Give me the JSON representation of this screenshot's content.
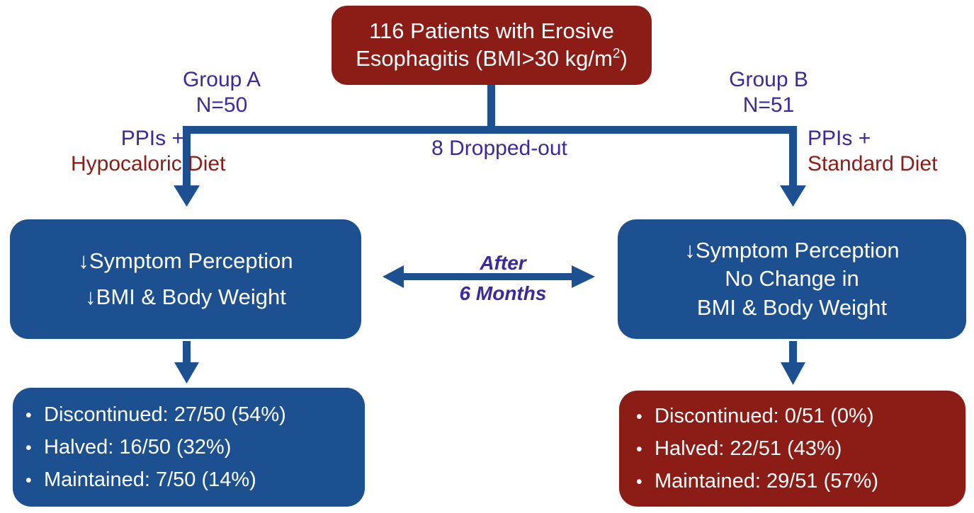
{
  "diagram": {
    "title_box": {
      "lines": [
        "116 Patients with Erosive",
        "Esophagitis (BMI>30 kg/m"
      ],
      "superscript": "2",
      "line2_suffix": ")",
      "color": "#8b1d16"
    },
    "arms": {
      "left": {
        "group_label": "Group A",
        "n_label": "N=50",
        "treatment_line1": "PPIs +",
        "treatment_line2": "Hypocaloric Diet"
      },
      "right": {
        "group_label": "Group B",
        "n_label": "N=51",
        "treatment_line1": "PPIs +",
        "treatment_line2": "Standard Diet"
      }
    },
    "dropout_label": "8 Dropped-out",
    "timepoint": {
      "line1": "After",
      "line2": "6 Months"
    },
    "outcome_boxes": {
      "left": {
        "lines": [
          "↓Symptom Perception",
          "↓BMI & Body Weight"
        ],
        "color": "#1c5091"
      },
      "right": {
        "lines": [
          "↓Symptom Perception",
          "No Change in",
          "BMI & Body Weight"
        ],
        "color": "#1c5091"
      }
    },
    "result_boxes": {
      "left": {
        "color": "#1c5091",
        "bullet": "•",
        "items": [
          "Discontinued: 27/50 (54%)",
          "Halved: 16/50 (32%)",
          "Maintained: 7/50 (14%)"
        ]
      },
      "right": {
        "color": "#8b1d16",
        "bullet": "•",
        "items": [
          "Discontinued: 0/51 (0%)",
          "Halved: 22/51 (43%)",
          "Maintained: 29/51 (57%)"
        ]
      }
    },
    "colors": {
      "blue": "#1c5091",
      "dark_red": "#8b1d16",
      "purple": "#3b2a9c",
      "white": "#ffffff"
    }
  }
}
